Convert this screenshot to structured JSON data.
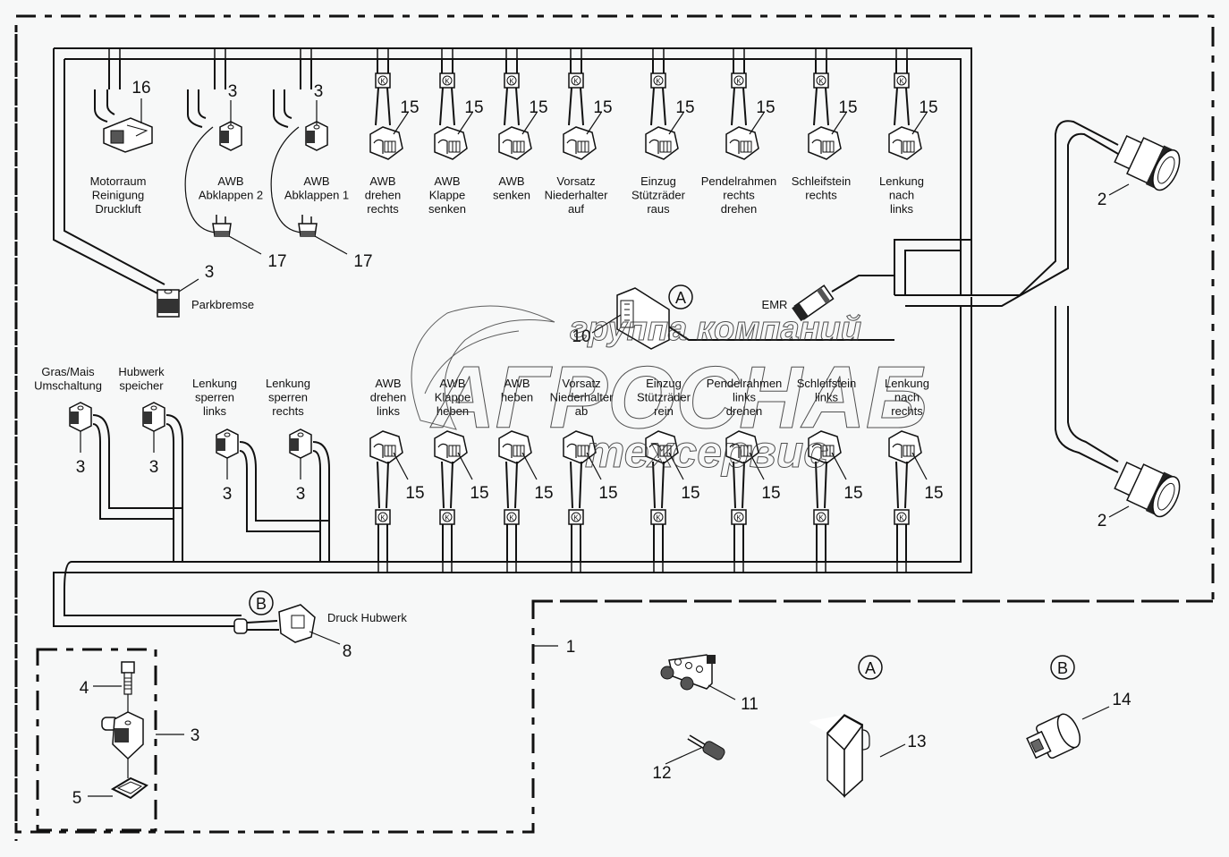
{
  "diagram": {
    "type": "wiring-harness-exploded-view",
    "colors": {
      "background": "#f7f8f8",
      "line": "#111111"
    },
    "top_connectors": [
      {
        "part": "16",
        "label": [
          "Motorraum",
          "Reinigung",
          "Druckluft"
        ],
        "kind": "plug"
      },
      {
        "part": "3",
        "label": [
          "AWB",
          "Abklappen 2"
        ],
        "kind": "valve-plug",
        "sub_part": "17"
      },
      {
        "part": "3",
        "label": [
          "AWB",
          "Abklappen 1"
        ],
        "kind": "valve-plug",
        "sub_part": "17"
      },
      {
        "part": "15",
        "label": [
          "AWB",
          "drehen",
          "rechts"
        ],
        "kind": "coil-plug"
      },
      {
        "part": "15",
        "label": [
          "AWB",
          "Klappe",
          "senken"
        ],
        "kind": "coil-plug"
      },
      {
        "part": "15",
        "label": [
          "AWB",
          "senken"
        ],
        "kind": "coil-plug"
      },
      {
        "part": "15",
        "label": [
          "Vorsatz",
          "Niederhalter",
          "auf"
        ],
        "kind": "coil-plug"
      },
      {
        "part": "15",
        "label": [
          "Einzug",
          "Stützräder",
          "raus"
        ],
        "kind": "coil-plug"
      },
      {
        "part": "15",
        "label": [
          "Pendelrahmen",
          "rechts",
          "drehen"
        ],
        "kind": "coil-plug"
      },
      {
        "part": "15",
        "label": [
          "Schleifstein",
          "rechts"
        ],
        "kind": "coil-plug"
      },
      {
        "part": "15",
        "label": [
          "Lenkung",
          "nach",
          "links"
        ],
        "kind": "coil-plug"
      }
    ],
    "bottom_connectors_left": [
      {
        "part": "3",
        "label": [
          "Gras/Mais",
          "Umschaltung"
        ]
      },
      {
        "part": "3",
        "label": [
          "Hubwerk",
          "speicher"
        ]
      },
      {
        "part": "3",
        "label": [
          "Lenkung",
          "sperren",
          "links"
        ]
      },
      {
        "part": "3",
        "label": [
          "Lenkung",
          "sperren",
          "rechts"
        ]
      }
    ],
    "bottom_connectors_coil": [
      {
        "part": "15",
        "label": [
          "AWB",
          "drehen",
          "links"
        ]
      },
      {
        "part": "15",
        "label": [
          "AWB",
          "Klappe",
          "heben"
        ]
      },
      {
        "part": "15",
        "label": [
          "AWB",
          "heben"
        ]
      },
      {
        "part": "15",
        "label": [
          "Vorsatz",
          "Niederhalter",
          "ab"
        ]
      },
      {
        "part": "15",
        "label": [
          "Einzug",
          "Stützräder",
          "rein"
        ]
      },
      {
        "part": "15",
        "label": [
          "Pendelrahmen",
          "links",
          "drehen"
        ]
      },
      {
        "part": "15",
        "label": [
          "Schleifstein",
          "links"
        ]
      },
      {
        "part": "15",
        "label": [
          "Lenkung",
          "nach",
          "rechts"
        ]
      }
    ],
    "misc_labels": {
      "parkbremse": "Parkbremse",
      "parkbremse_part": "3",
      "emr": "EMR",
      "druck_hubwerk": "Druck Hubwerk",
      "druck_hubwerk_part": "8",
      "module_part": "10",
      "main_connector_part": "2",
      "harness_part": "1",
      "callout_a": "A",
      "callout_b": "B"
    },
    "detail_box": {
      "items": [
        {
          "part": "4",
          "name": "screw"
        },
        {
          "part": "3",
          "name": "valve-plug"
        },
        {
          "part": "5",
          "name": "seal"
        }
      ]
    },
    "loose_parts": [
      {
        "part": "11",
        "name": "t-distributor"
      },
      {
        "part": "12",
        "name": "terminating-resistor"
      },
      {
        "part": "13",
        "name": "module-cover",
        "callout": "A"
      },
      {
        "part": "14",
        "name": "pressure-sensor",
        "callout": "B"
      }
    ],
    "watermark": {
      "line1": "группа компаний",
      "line2": "АГРОСНАБ",
      "line3": "техсервис"
    }
  }
}
